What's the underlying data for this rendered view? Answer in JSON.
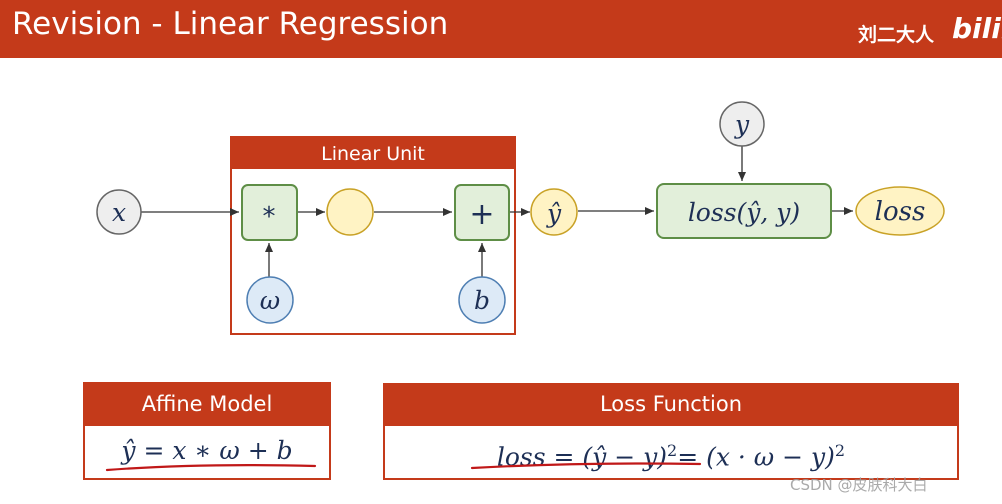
{
  "header": {
    "title": "Revision - Linear Regression",
    "watermark_cn": "刘二大人",
    "watermark_logo": "bilibili"
  },
  "diagram": {
    "unit_label": "Linear Unit",
    "input_x": "x",
    "multiply_op": "*",
    "add_op": "+",
    "weight": "ω",
    "bias": "b",
    "prediction": "ŷ",
    "target": "y",
    "loss_fn": "loss(ŷ, y)",
    "loss_out": "loss"
  },
  "affine": {
    "title": "Affine Model",
    "formula": "ŷ = x ∗ ω + b"
  },
  "lossbox": {
    "title": "Loss Function",
    "formula_lhs": "loss = (ŷ − y)",
    "sq1": "2",
    "formula_mid": "= (x · ω − y)",
    "sq2": "2"
  },
  "footer": {
    "csdn": "CSDN @皮肤科大白"
  },
  "colors": {
    "accent": "#c43a1a",
    "green_fill": "#e2efda",
    "green_stroke": "#5e8e46",
    "yellow_fill": "#fff3c4",
    "yellow_stroke": "#c9a227",
    "blue_fill": "#ddeaf7",
    "blue_stroke": "#4f7fb3",
    "gray_fill": "#eeeeee"
  }
}
